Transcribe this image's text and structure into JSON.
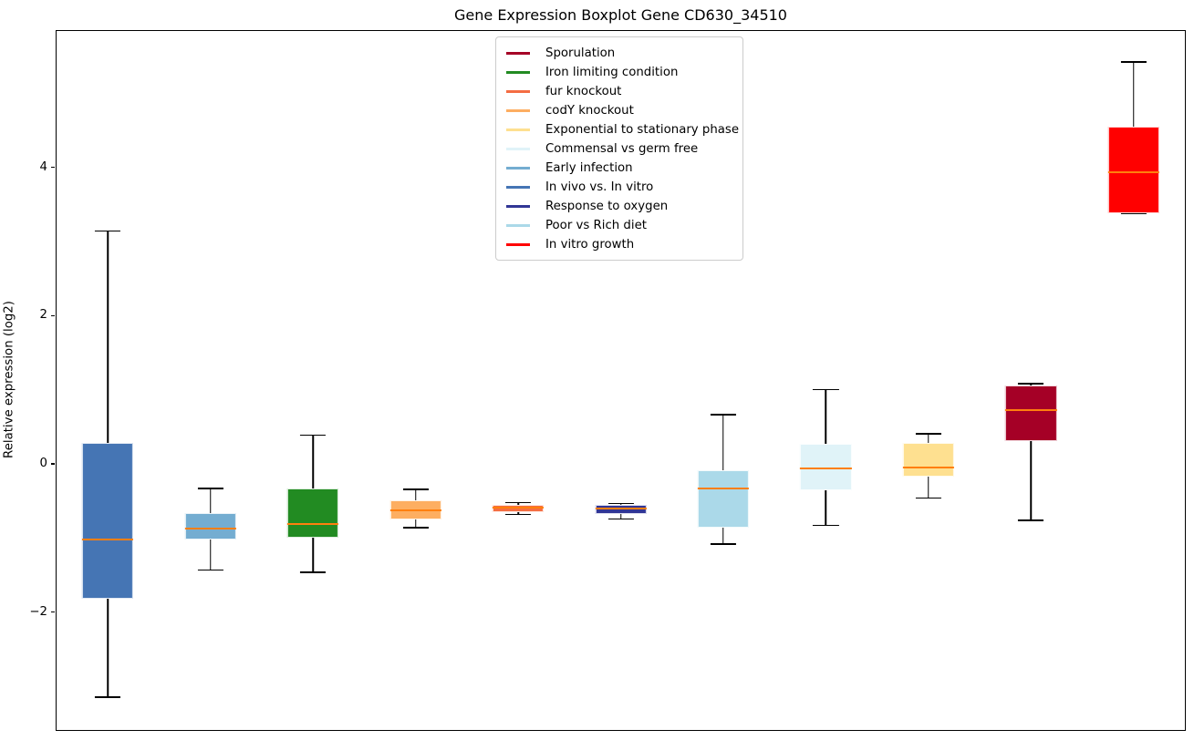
{
  "figure": {
    "title": "Gene Expression Boxplot Gene CD630_34510",
    "ylabel": "Relative expression (log2)",
    "background_color": "#ffffff",
    "frame_color": "#000000"
  },
  "chart_data": {
    "type": "boxplot",
    "title": "Gene Expression Boxplot Gene CD630_34510",
    "ylabel": "Relative expression (log2)",
    "xlabel": "",
    "ylim": [
      -3.6,
      5.85
    ],
    "xlim": [
      0.5,
      11.5
    ],
    "grid": false,
    "legend_position": "upper center (inside axes)",
    "box_width": 0.5,
    "cap_width": 0.25,
    "median_color": "#ff7f0e",
    "whisker_color": "#000000",
    "yticks": [
      {
        "value": 4,
        "label": "4"
      },
      {
        "value": 2,
        "label": "2"
      },
      {
        "value": 0,
        "label": "0"
      },
      {
        "value": -2,
        "label": "−2"
      }
    ],
    "series": [
      {
        "position": 1,
        "name": "In vivo vs. In vitro",
        "color": "#4575b4",
        "whisker_low": -3.16,
        "q1": -1.83,
        "median": -1.03,
        "q3": 0.28,
        "whisker_high": 3.14
      },
      {
        "position": 2,
        "name": "Early infection",
        "color": "#74add1",
        "whisker_low": -1.44,
        "q1": -1.03,
        "median": -0.88,
        "q3": -0.67,
        "whisker_high": -0.34
      },
      {
        "position": 3,
        "name": "Iron limiting condition",
        "color": "#228b22",
        "whisker_low": -1.47,
        "q1": -1.0,
        "median": -0.82,
        "q3": -0.33,
        "whisker_high": 0.38
      },
      {
        "position": 4,
        "name": "codY knockout",
        "color": "#fdae61",
        "whisker_low": -0.87,
        "q1": -0.75,
        "median": -0.63,
        "q3": -0.5,
        "whisker_high": -0.35
      },
      {
        "position": 5,
        "name": "fur knockout",
        "color": "#f46d43",
        "whisker_low": -0.69,
        "q1": -0.65,
        "median": -0.59,
        "q3": -0.56,
        "whisker_high": -0.53
      },
      {
        "position": 6,
        "name": "Response to oxygen",
        "color": "#313695",
        "whisker_low": -0.75,
        "q1": -0.68,
        "median": -0.61,
        "q3": -0.56,
        "whisker_high": -0.54
      },
      {
        "position": 7,
        "name": "Poor vs Rich diet",
        "color": "#abd9e9",
        "whisker_low": -1.09,
        "q1": -0.87,
        "median": -0.33,
        "q3": -0.09,
        "whisker_high": 0.66
      },
      {
        "position": 8,
        "name": "Commensal vs germ free",
        "color": "#e0f3f8",
        "whisker_low": -0.84,
        "q1": -0.36,
        "median": -0.07,
        "q3": 0.27,
        "whisker_high": 1.0
      },
      {
        "position": 9,
        "name": "Exponential to stationary phase",
        "color": "#fee090",
        "whisker_low": -0.47,
        "q1": -0.18,
        "median": -0.05,
        "q3": 0.28,
        "whisker_high": 0.4
      },
      {
        "position": 10,
        "name": "Sporulation",
        "color": "#a50026",
        "whisker_low": -0.77,
        "q1": 0.3,
        "median": 0.72,
        "q3": 1.06,
        "whisker_high": 1.08
      },
      {
        "position": 11,
        "name": "In vitro growth",
        "color": "#ff0000",
        "whisker_low": 3.38,
        "q1": 3.38,
        "median": 3.94,
        "q3": 4.56,
        "whisker_high": 5.43
      }
    ],
    "legend": [
      {
        "label": "Sporulation",
        "color": "#a50026"
      },
      {
        "label": "Iron limiting condition",
        "color": "#228b22"
      },
      {
        "label": "fur knockout",
        "color": "#f46d43"
      },
      {
        "label": "codY knockout",
        "color": "#fdae61"
      },
      {
        "label": "Exponential to stationary phase",
        "color": "#fee090"
      },
      {
        "label": "Commensal vs germ free",
        "color": "#e0f3f8"
      },
      {
        "label": "Early infection",
        "color": "#74add1"
      },
      {
        "label": "In vivo vs. In vitro",
        "color": "#4575b4"
      },
      {
        "label": "Response to oxygen",
        "color": "#313695"
      },
      {
        "label": "Poor vs Rich diet",
        "color": "#abd9e9"
      },
      {
        "label": "In vitro growth",
        "color": "#ff0000"
      }
    ]
  }
}
